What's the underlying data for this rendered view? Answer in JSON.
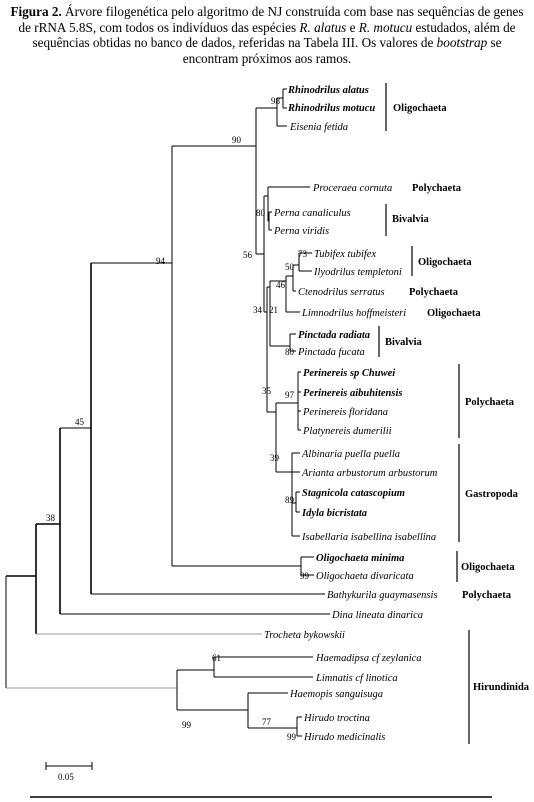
{
  "caption": {
    "figure_label": "Figura 2.",
    "text_1": " Árvore filogenética pelo algoritmo de NJ construída com base nas sequências de genes de rRNA 5.8S, com todos os indivíduos das espécies ",
    "species_1": "R. alatus",
    "text_2": " e ",
    "species_2": "R. motucu",
    "text_3": " estudados, além de sequências obtidas no banco de dados, referidas na Tabela III. Os valores de ",
    "bootstrap_word": "bootstrap",
    "text_4": " se encontram próximos aos ramos."
  },
  "taxa": [
    "Rhinodrilus alatus",
    "Rhinodrilus motucu",
    "Eisenia fetida",
    "Proceraea cornuta",
    "Perna canaliculus",
    "Perna viridis",
    "Tubifex tubifex",
    "Ilyodrilus templetoni",
    "Ctenodrilus serratus",
    "Limnodrilus hoffmeisteri",
    "Pinctada radiata",
    "Pinctada fucata",
    "Perinereis sp Chuwei",
    "Perinereis aibuhitensis",
    "Perinereis floridana",
    "Platynereis dumerilii",
    "Albinaria puella puella",
    "Arianta arbustorum arbustorum",
    "Stagnicola catascopium",
    "Idyla bicristata",
    "Isabellaria isabellina isabellina",
    "Oligochaeta minima",
    "Oligochaeta divaricata",
    "Bathykurila guaymasensis",
    "Dina lineata dinarica",
    "Trocheta bykowskii",
    "Haemadipsa cf zeylanica",
    "Limnatis cf linotica",
    "Haemopis sanguisuga",
    "Hirudo troctina",
    "Hirudo medicinalis"
  ],
  "groups": [
    "Oligochaeta",
    "Polychaeta",
    "Bivalvia",
    "Oligochaeta",
    "Polychaeta",
    "Oligochaeta",
    "Bivalvia",
    "Polychaeta",
    "Gastropoda",
    "Oligochaeta",
    "Polychaeta",
    "Hirundinida"
  ],
  "bootstrap": [
    "98",
    "90",
    "80",
    "56",
    "73",
    "50",
    "46",
    "21",
    "34",
    "80",
    "97",
    "35",
    "39",
    "89",
    "94",
    "99",
    "45",
    "38",
    "61",
    "99",
    "77",
    "99"
  ],
  "scale_label": "0.05"
}
